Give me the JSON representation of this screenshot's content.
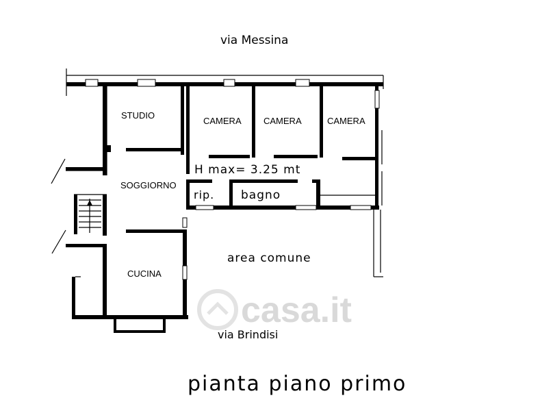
{
  "streets": {
    "top": "via Messina",
    "bottom": "via Brindisi"
  },
  "rooms": {
    "studio": "STUDIO",
    "camera_1": "CAMERA",
    "camera_2": "CAMERA",
    "camera_3": "CAMERA",
    "soggiorno": "SOGGIORNO",
    "cucina": "CUCINA",
    "ripostiglio": "rip.",
    "bagno": "bagno",
    "area_comune": "area comune"
  },
  "height_note": "H max= 3.25 mt",
  "watermark": "casa.it",
  "title": "pianta piano primo",
  "colors": {
    "walls": "#000000",
    "background": "#ffffff",
    "watermark": "#d9d9d9"
  }
}
